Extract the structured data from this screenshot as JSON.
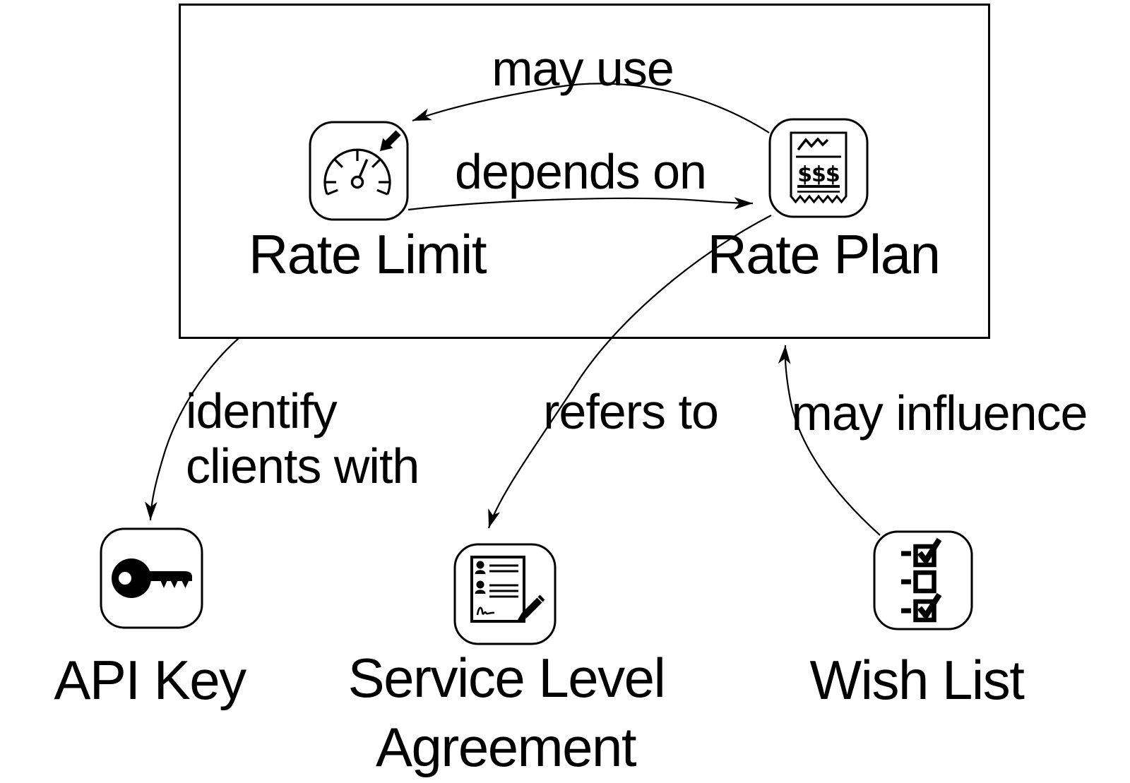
{
  "diagram": {
    "colors": {
      "ink": "#000000",
      "background": "#ffffff"
    },
    "nodes": [
      {
        "id": "rate-limit",
        "label": "Rate Limit",
        "icon": "gauge-icon"
      },
      {
        "id": "rate-plan",
        "label": "Rate Plan",
        "icon": "receipt-dollars-icon",
        "icon_text": "$$$"
      },
      {
        "id": "api-key",
        "label": "API Key",
        "icon": "key-icon"
      },
      {
        "id": "service-level-agreement",
        "label": "Service Level Agreement",
        "lines": [
          "Service Level",
          "Agreement"
        ],
        "icon": "signed-contract-icon"
      },
      {
        "id": "wish-list",
        "label": "Wish List",
        "icon": "checklist-icon"
      }
    ],
    "edges": [
      {
        "id": "may-use",
        "label": "may use",
        "from": "rate-plan",
        "to": "rate-limit"
      },
      {
        "id": "depends-on",
        "label": "depends on",
        "from": "rate-limit",
        "to": "rate-plan"
      },
      {
        "id": "identify-clients-with",
        "label": "identify clients with",
        "lines": [
          "identify",
          "clients with"
        ],
        "from": "boundary-box",
        "to": "api-key"
      },
      {
        "id": "refers-to",
        "label": "refers to",
        "from": "rate-plan",
        "to": "service-level-agreement"
      },
      {
        "id": "may-influence",
        "label": "may influence",
        "from": "wish-list",
        "to": "boundary-box"
      }
    ]
  }
}
